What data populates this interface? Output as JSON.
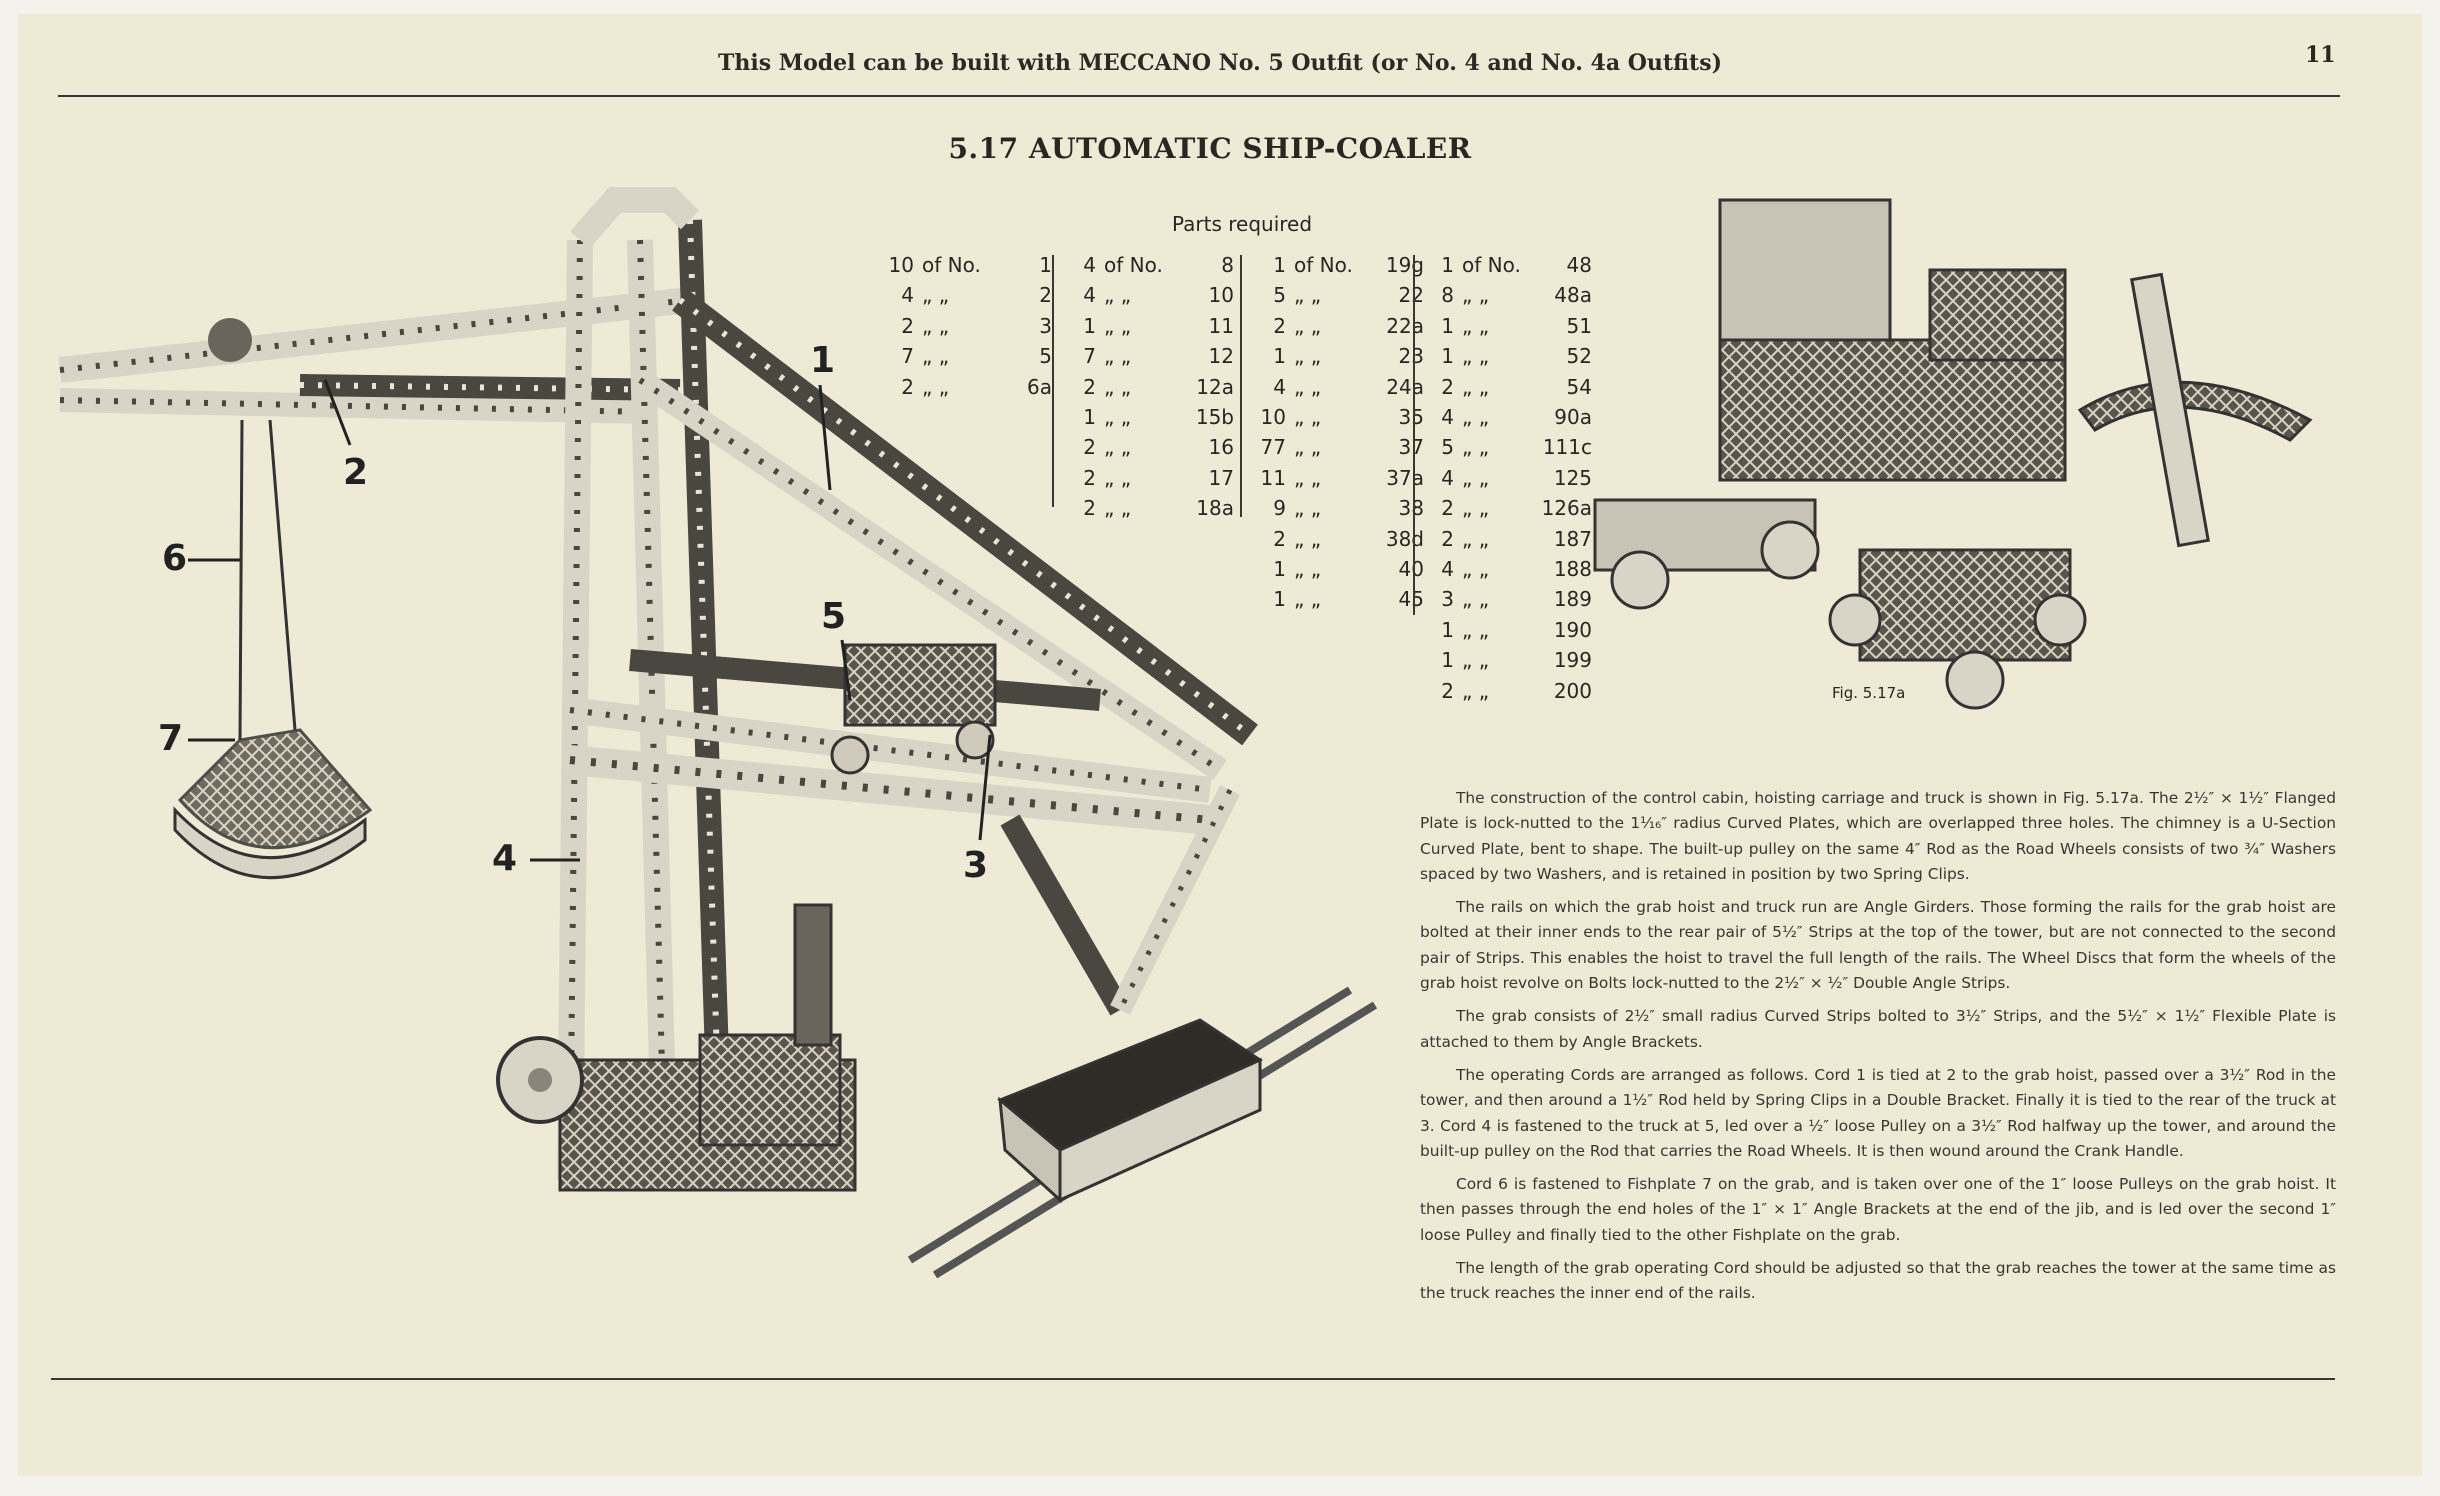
{
  "header": {
    "outfit_note": "This Model can be built with MECCANO No. 5 Outfit (or No. 4 and No. 4a Outfits)",
    "page_number": "11"
  },
  "model": {
    "title": "5.17  AUTOMATIC SHIP-COALER"
  },
  "parts": {
    "title": "Parts required",
    "of_label": "of No.",
    "ditto": "„  „",
    "columns": [
      [
        [
          "10",
          "1"
        ],
        [
          "4",
          "2"
        ],
        [
          "2",
          "3"
        ],
        [
          "7",
          "5"
        ],
        [
          "2",
          "6a"
        ]
      ],
      [
        [
          "4",
          "8"
        ],
        [
          "4",
          "10"
        ],
        [
          "1",
          "11"
        ],
        [
          "7",
          "12"
        ],
        [
          "2",
          "12a"
        ],
        [
          "1",
          "15b"
        ],
        [
          "2",
          "16"
        ],
        [
          "2",
          "17"
        ],
        [
          "2",
          "18a"
        ]
      ],
      [
        [
          "1",
          "19g"
        ],
        [
          "5",
          "22"
        ],
        [
          "2",
          "22a"
        ],
        [
          "1",
          "23"
        ],
        [
          "4",
          "24a"
        ],
        [
          "10",
          "35"
        ],
        [
          "77",
          "37"
        ],
        [
          "11",
          "37a"
        ],
        [
          "9",
          "38"
        ],
        [
          "2",
          "38d"
        ],
        [
          "1",
          "40"
        ],
        [
          "1",
          "45"
        ]
      ],
      [
        [
          "1",
          "48"
        ],
        [
          "8",
          "48a"
        ],
        [
          "1",
          "51"
        ],
        [
          "1",
          "52"
        ],
        [
          "2",
          "54"
        ],
        [
          "4",
          "90a"
        ],
        [
          "5",
          "111c"
        ],
        [
          "4",
          "125"
        ],
        [
          "2",
          "126a"
        ],
        [
          "2",
          "187"
        ],
        [
          "4",
          "188"
        ],
        [
          "3",
          "189"
        ],
        [
          "1",
          "190"
        ],
        [
          "1",
          "199"
        ],
        [
          "2",
          "200"
        ]
      ]
    ]
  },
  "figure": {
    "label": "Fig. 5.17a",
    "callouts": [
      "1",
      "2",
      "3",
      "4",
      "5",
      "6",
      "7"
    ]
  },
  "instructions": [
    "The construction of the control cabin, hoisting carriage and truck is shown in Fig. 5.17a.  The 2½″ × 1½″ Flanged Plate is lock-nutted to the 1¹⁄₁₆″ radius Curved Plates, which are overlapped three holes.  The chimney is a U-Section Curved Plate, bent to shape.  The built-up pulley on the same 4″ Rod as the Road Wheels consists of two ¾″ Washers spaced by two Washers, and is retained in position by two Spring Clips.",
    "The rails on which the grab hoist and truck run are Angle Girders.  Those forming the rails for the grab hoist are bolted at their inner ends to the rear pair of 5½″ Strips at the top of the tower, but are not connected to the second pair of Strips.  This enables the hoist to travel the full length of the rails.  The Wheel Discs that form the wheels of the grab hoist revolve on Bolts lock-nutted to the 2½″ × ½″ Double Angle Strips.",
    "The grab consists of 2½″ small radius Curved Strips bolted to 3½″ Strips, and the 5½″ × 1½″ Flexible Plate is attached to them by Angle Brackets.",
    "The operating Cords are arranged as follows.  Cord 1 is tied at 2 to the grab hoist, passed over a 3½″ Rod in the tower, and then around a 1½″ Rod held by Spring Clips in a Double Bracket.  Finally it is tied to the rear of the truck at 3.  Cord 4 is fastened to the truck at 5, led over a ½″ loose Pulley on a 3½″ Rod halfway up the tower, and around the built-up pulley on the Rod that carries the Road Wheels.  It is then wound around the Crank Handle.",
    "Cord 6 is fastened to Fishplate 7 on the grab, and is taken over one of the 1″ loose Pulleys on the grab hoist. It then passes through the end holes of the 1″ × 1″ Angle Brackets at the end of the jib, and is led over the second 1″ loose Pulley and finally tied to the other Fishplate on the grab.",
    "The length of the grab operating Cord should be adjusted so that the grab reaches the tower at the same time as the truck reaches the inner end of the rails."
  ],
  "colors": {
    "paper": "#efead6",
    "ink": "#2a2622",
    "metal_light": "#d8d4c6",
    "metal_dark": "#4a4640"
  }
}
